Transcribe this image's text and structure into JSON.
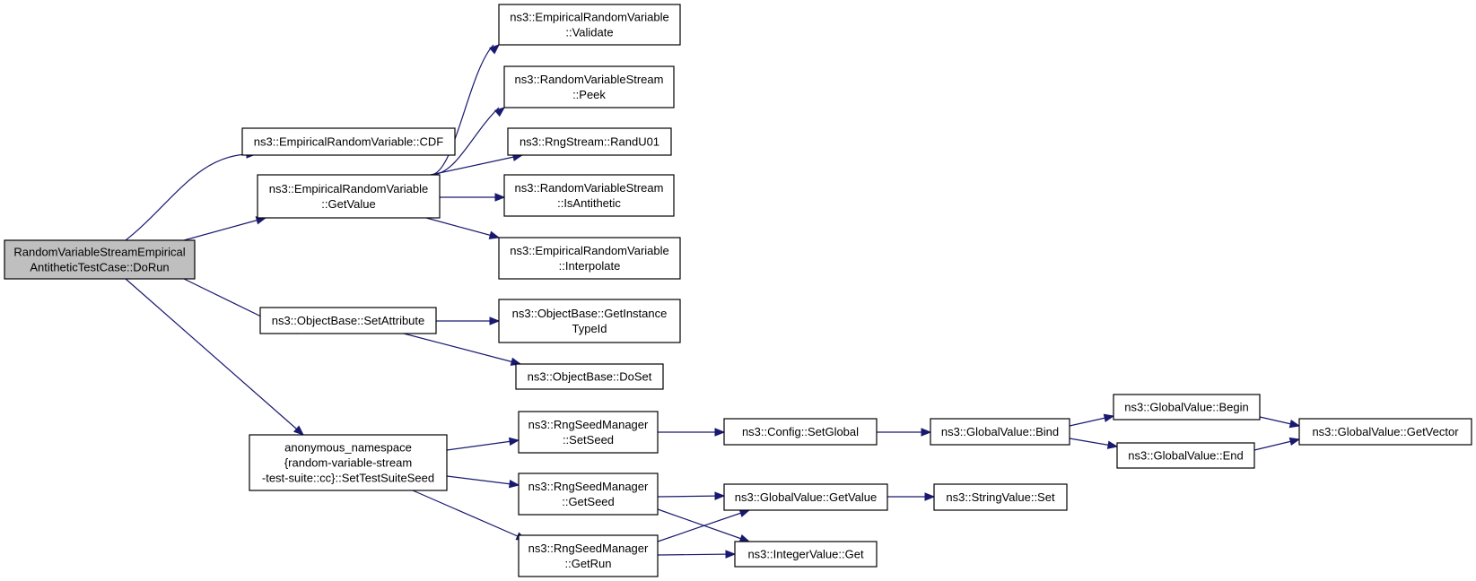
{
  "nodes": [
    {
      "id": "root",
      "lines": [
        "RandomVariableStreamEmpirical",
        "AntitheticTestCase::DoRun"
      ],
      "root": true
    },
    {
      "id": "cdf",
      "lines": [
        "ns3::EmpiricalRandomVariable::CDF"
      ]
    },
    {
      "id": "getvalue",
      "lines": [
        "ns3::EmpiricalRandomVariable",
        "::GetValue"
      ]
    },
    {
      "id": "validate",
      "lines": [
        "ns3::EmpiricalRandomVariable",
        "::Validate"
      ]
    },
    {
      "id": "peek",
      "lines": [
        "ns3::RandomVariableStream",
        "::Peek"
      ]
    },
    {
      "id": "randu01",
      "lines": [
        "ns3::RngStream::RandU01"
      ]
    },
    {
      "id": "isanti",
      "lines": [
        "ns3::RandomVariableStream",
        "::IsAntithetic"
      ]
    },
    {
      "id": "interp",
      "lines": [
        "ns3::EmpiricalRandomVariable",
        "::Interpolate"
      ]
    },
    {
      "id": "setattr",
      "lines": [
        "ns3::ObjectBase::SetAttribute"
      ]
    },
    {
      "id": "getinst",
      "lines": [
        "ns3::ObjectBase::GetInstance",
        "TypeId"
      ]
    },
    {
      "id": "doset",
      "lines": [
        "ns3::ObjectBase::DoSet"
      ]
    },
    {
      "id": "anon",
      "lines": [
        "anonymous_namespace",
        "{random-variable-stream",
        "-test-suite::cc}::SetTestSuiteSeed"
      ]
    },
    {
      "id": "setseed",
      "lines": [
        "ns3::RngSeedManager",
        "::SetSeed"
      ]
    },
    {
      "id": "getseed",
      "lines": [
        "ns3::RngSeedManager",
        "::GetSeed"
      ]
    },
    {
      "id": "getrun",
      "lines": [
        "ns3::RngSeedManager",
        "::GetRun"
      ]
    },
    {
      "id": "setglobal",
      "lines": [
        "ns3::Config::SetGlobal"
      ]
    },
    {
      "id": "bind",
      "lines": [
        "ns3::GlobalValue::Bind"
      ]
    },
    {
      "id": "begin",
      "lines": [
        "ns3::GlobalValue::Begin"
      ]
    },
    {
      "id": "end",
      "lines": [
        "ns3::GlobalValue::End"
      ]
    },
    {
      "id": "getvector",
      "lines": [
        "ns3::GlobalValue::GetVector"
      ]
    },
    {
      "id": "gv_getvalue",
      "lines": [
        "ns3::GlobalValue::GetValue"
      ]
    },
    {
      "id": "strset",
      "lines": [
        "ns3::StringValue::Set"
      ]
    },
    {
      "id": "intget",
      "lines": [
        "ns3::IntegerValue::Get"
      ]
    }
  ],
  "edges": [
    [
      "root",
      "cdf"
    ],
    [
      "root",
      "getvalue"
    ],
    [
      "root",
      "setattr"
    ],
    [
      "root",
      "anon"
    ],
    [
      "getvalue",
      "validate"
    ],
    [
      "getvalue",
      "peek"
    ],
    [
      "getvalue",
      "randu01"
    ],
    [
      "getvalue",
      "isanti"
    ],
    [
      "getvalue",
      "interp"
    ],
    [
      "setattr",
      "getinst"
    ],
    [
      "setattr",
      "doset"
    ],
    [
      "anon",
      "setseed"
    ],
    [
      "anon",
      "getseed"
    ],
    [
      "anon",
      "getrun"
    ],
    [
      "setseed",
      "setglobal"
    ],
    [
      "setglobal",
      "bind"
    ],
    [
      "bind",
      "begin"
    ],
    [
      "bind",
      "end"
    ],
    [
      "begin",
      "getvector"
    ],
    [
      "end",
      "getvector"
    ],
    [
      "getseed",
      "gv_getvalue"
    ],
    [
      "getseed",
      "intget"
    ],
    [
      "getrun",
      "gv_getvalue"
    ],
    [
      "getrun",
      "intget"
    ],
    [
      "gv_getvalue",
      "strset"
    ]
  ],
  "colors": {
    "edge": "#191970",
    "root_fill": "#bfbfbf",
    "node_fill": "#ffffff",
    "border": "#000000"
  }
}
